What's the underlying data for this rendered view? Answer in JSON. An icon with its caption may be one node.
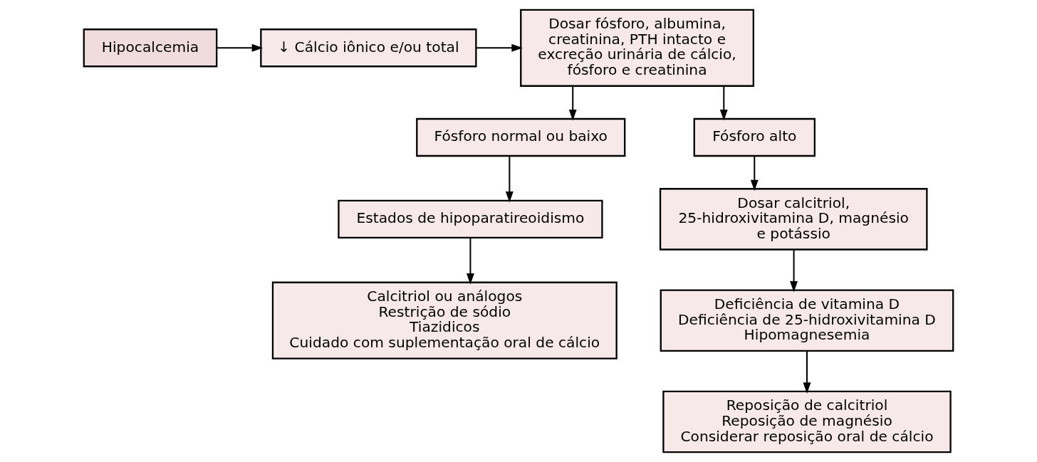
{
  "diagram": {
    "nodes": [
      {
        "text": [
          "Hipocalcemia"
        ]
      },
      {
        "text": [
          "↓ Cálcio iônico e/ou total"
        ]
      },
      {
        "text": [
          "Dosar fósforo, albumina, creatinina, PTH intacto e excreção urinária de cálcio, fósforo e creatinina"
        ]
      },
      {
        "text": [
          "Fósforo normal ou baixo"
        ]
      },
      {
        "text": [
          "Fósforo alto"
        ]
      },
      {
        "text": [
          "Estados de hipoparatireoidismo"
        ]
      },
      {
        "text": [
          "Calcitriol ou análogos",
          "Restrição de sódio",
          "Tiazidicos",
          "Cuidado com suplementação oral de cálcio"
        ]
      },
      {
        "text": [
          "Dosar calcitriol, 25-hidroxivitamina D, magnésio e potássio"
        ]
      },
      {
        "text": [
          "Deficiência de vitamina D",
          "Deficiência de 25-hidroxivitamina D",
          "Hipomagnesemia"
        ]
      },
      {
        "text": [
          "Reposição de calcitriol",
          "Reposição de magnésio",
          "Considerar reposição oral de cálcio"
        ]
      }
    ],
    "edges": [
      {
        "from": 0,
        "to": 1,
        "arrow": "to"
      },
      {
        "from": 1,
        "to": 2,
        "arrow": "to"
      },
      {
        "from": 2,
        "to": 3,
        "arrow": "to"
      },
      {
        "from": 2,
        "to": 4,
        "arrow": "to"
      },
      {
        "from": 3,
        "to": 5,
        "arrow": "to"
      },
      {
        "from": 5,
        "to": 6,
        "arrow": "to"
      },
      {
        "from": 4,
        "to": 7,
        "arrow": "to"
      },
      {
        "from": 7,
        "to": 8,
        "arrow": "to"
      },
      {
        "from": 8,
        "to": 9,
        "arrow": "to"
      }
    ]
  }
}
